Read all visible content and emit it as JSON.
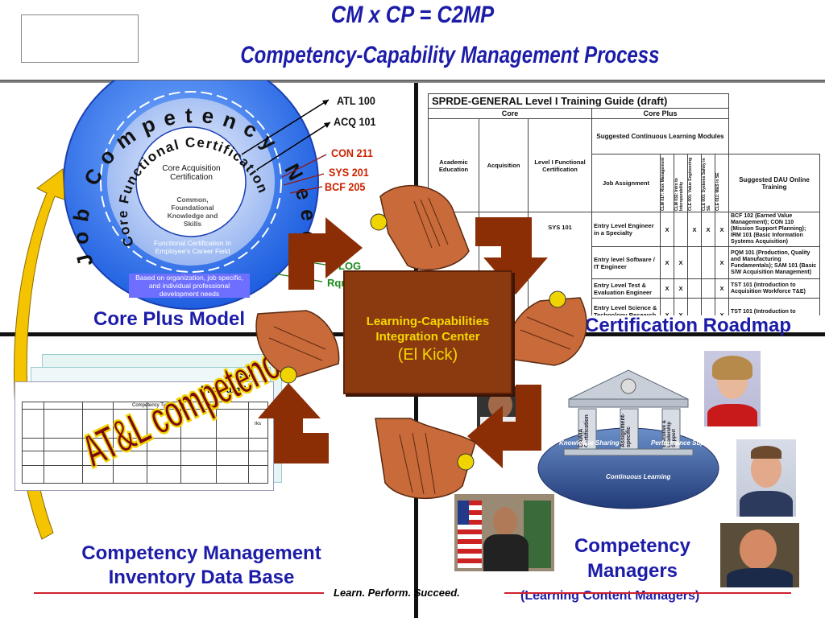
{
  "title": {
    "line1": "CM x CP = C2MP",
    "line2": "Competency-Capability Management Process"
  },
  "model": {
    "outer_ring": "Job Competency Needs",
    "middle_ring": "Core Functional Certification",
    "core_title": "Core Acquisition Certification",
    "core_sub": "Common, Foundational Knowledge and Skills",
    "career_field": "Functional Certification In Employee's Career Field",
    "based_on": "Based on organization, job specific, and individual professional development needs",
    "courses": [
      "ATL 100",
      "ACQ 101",
      "CON 211",
      "SYS 201",
      "BCF 205",
      "LOG",
      "Rqmts"
    ],
    "caption": "Core Plus Model"
  },
  "roadmap": {
    "title": "SPRDE-GENERAL Level I Training Guide (draft)",
    "core_label": "Core",
    "coreplus_label": "Core Plus",
    "col_academic": "Academic Education",
    "col_acquisition": "Acquisition",
    "col_functional": "Level I Functional Certification",
    "col_modules": "Suggested Continuous Learning Modules",
    "col_job": "Job Assignment",
    "col_dau": "Suggested DAU Online Training",
    "modules": [
      "CLM 017: Risk Management",
      "CLM 032: Intro to Interoperability",
      "CLE 001: Value Engineering",
      "CLE 003: Systems Safety in SE",
      "CLE 011: M&S in SE"
    ],
    "acq_cell": "ACQ 101",
    "func_cell": "SYS 101",
    "rows": [
      {
        "job": "Entry Level Engineer in a Specialty",
        "marks": [
          "X",
          "",
          "X",
          "X",
          "X"
        ],
        "dau": "BCF 102 (Earned Value Management); CON 110 (Mission Support Planning); IRM 101 (Basic Information Systems Acquisition)"
      },
      {
        "job": "Entry level Software / IT Engineer",
        "marks": [
          "X",
          "X",
          "",
          "",
          "X"
        ],
        "dau": "PQM 101 (Production, Quality and Manufacturing Fundamentals); SAM 101 (Basic S/W Acquisition Management)"
      },
      {
        "job": "Entry Level Test & Evaluation Engineer",
        "marks": [
          "X",
          "X",
          "",
          "",
          "X"
        ],
        "dau": "TST 101 (Introduction to Acquisition Workforce T&E)"
      },
      {
        "job": "Entry Level Science & Technology Research Engineer or Scientist",
        "marks": [
          "X",
          "X",
          "",
          "",
          "X"
        ],
        "dau": "TST 101 (Introduction to Acquisition Workforce T&E)"
      }
    ],
    "caption": "Certification Roadmap"
  },
  "inventory": {
    "header1": "Sy",
    "header2": "Program M",
    "competency_type": "Competency Type",
    "remarks": "rks",
    "stamp": "AT&L competencies",
    "caption_line1": "Competency Management",
    "caption_line2": "Inventory Data Base"
  },
  "center": {
    "line1": "Learning-Capabilities",
    "line2": "Integration Center",
    "line3": "(El Kick)"
  },
  "temple": {
    "lines": [
      "Knowledge Sharing",
      "Performance Support",
      "Continuous Learning"
    ],
    "pillars": [
      "DAWIA Certification",
      "Assignment-specific",
      "Executive & Leadership Support"
    ]
  },
  "managers": {
    "caption_line1": "Competency",
    "caption_line2": "Managers",
    "caption_line3": "(Learning Content Managers)"
  },
  "footer": {
    "motto": "Learn. Perform. Succeed."
  },
  "colors": {
    "title_blue": "#1c1ca8",
    "arrow_brown": "#8b2e06",
    "center_box": "#8b3a10",
    "gold": "#f5c400"
  }
}
